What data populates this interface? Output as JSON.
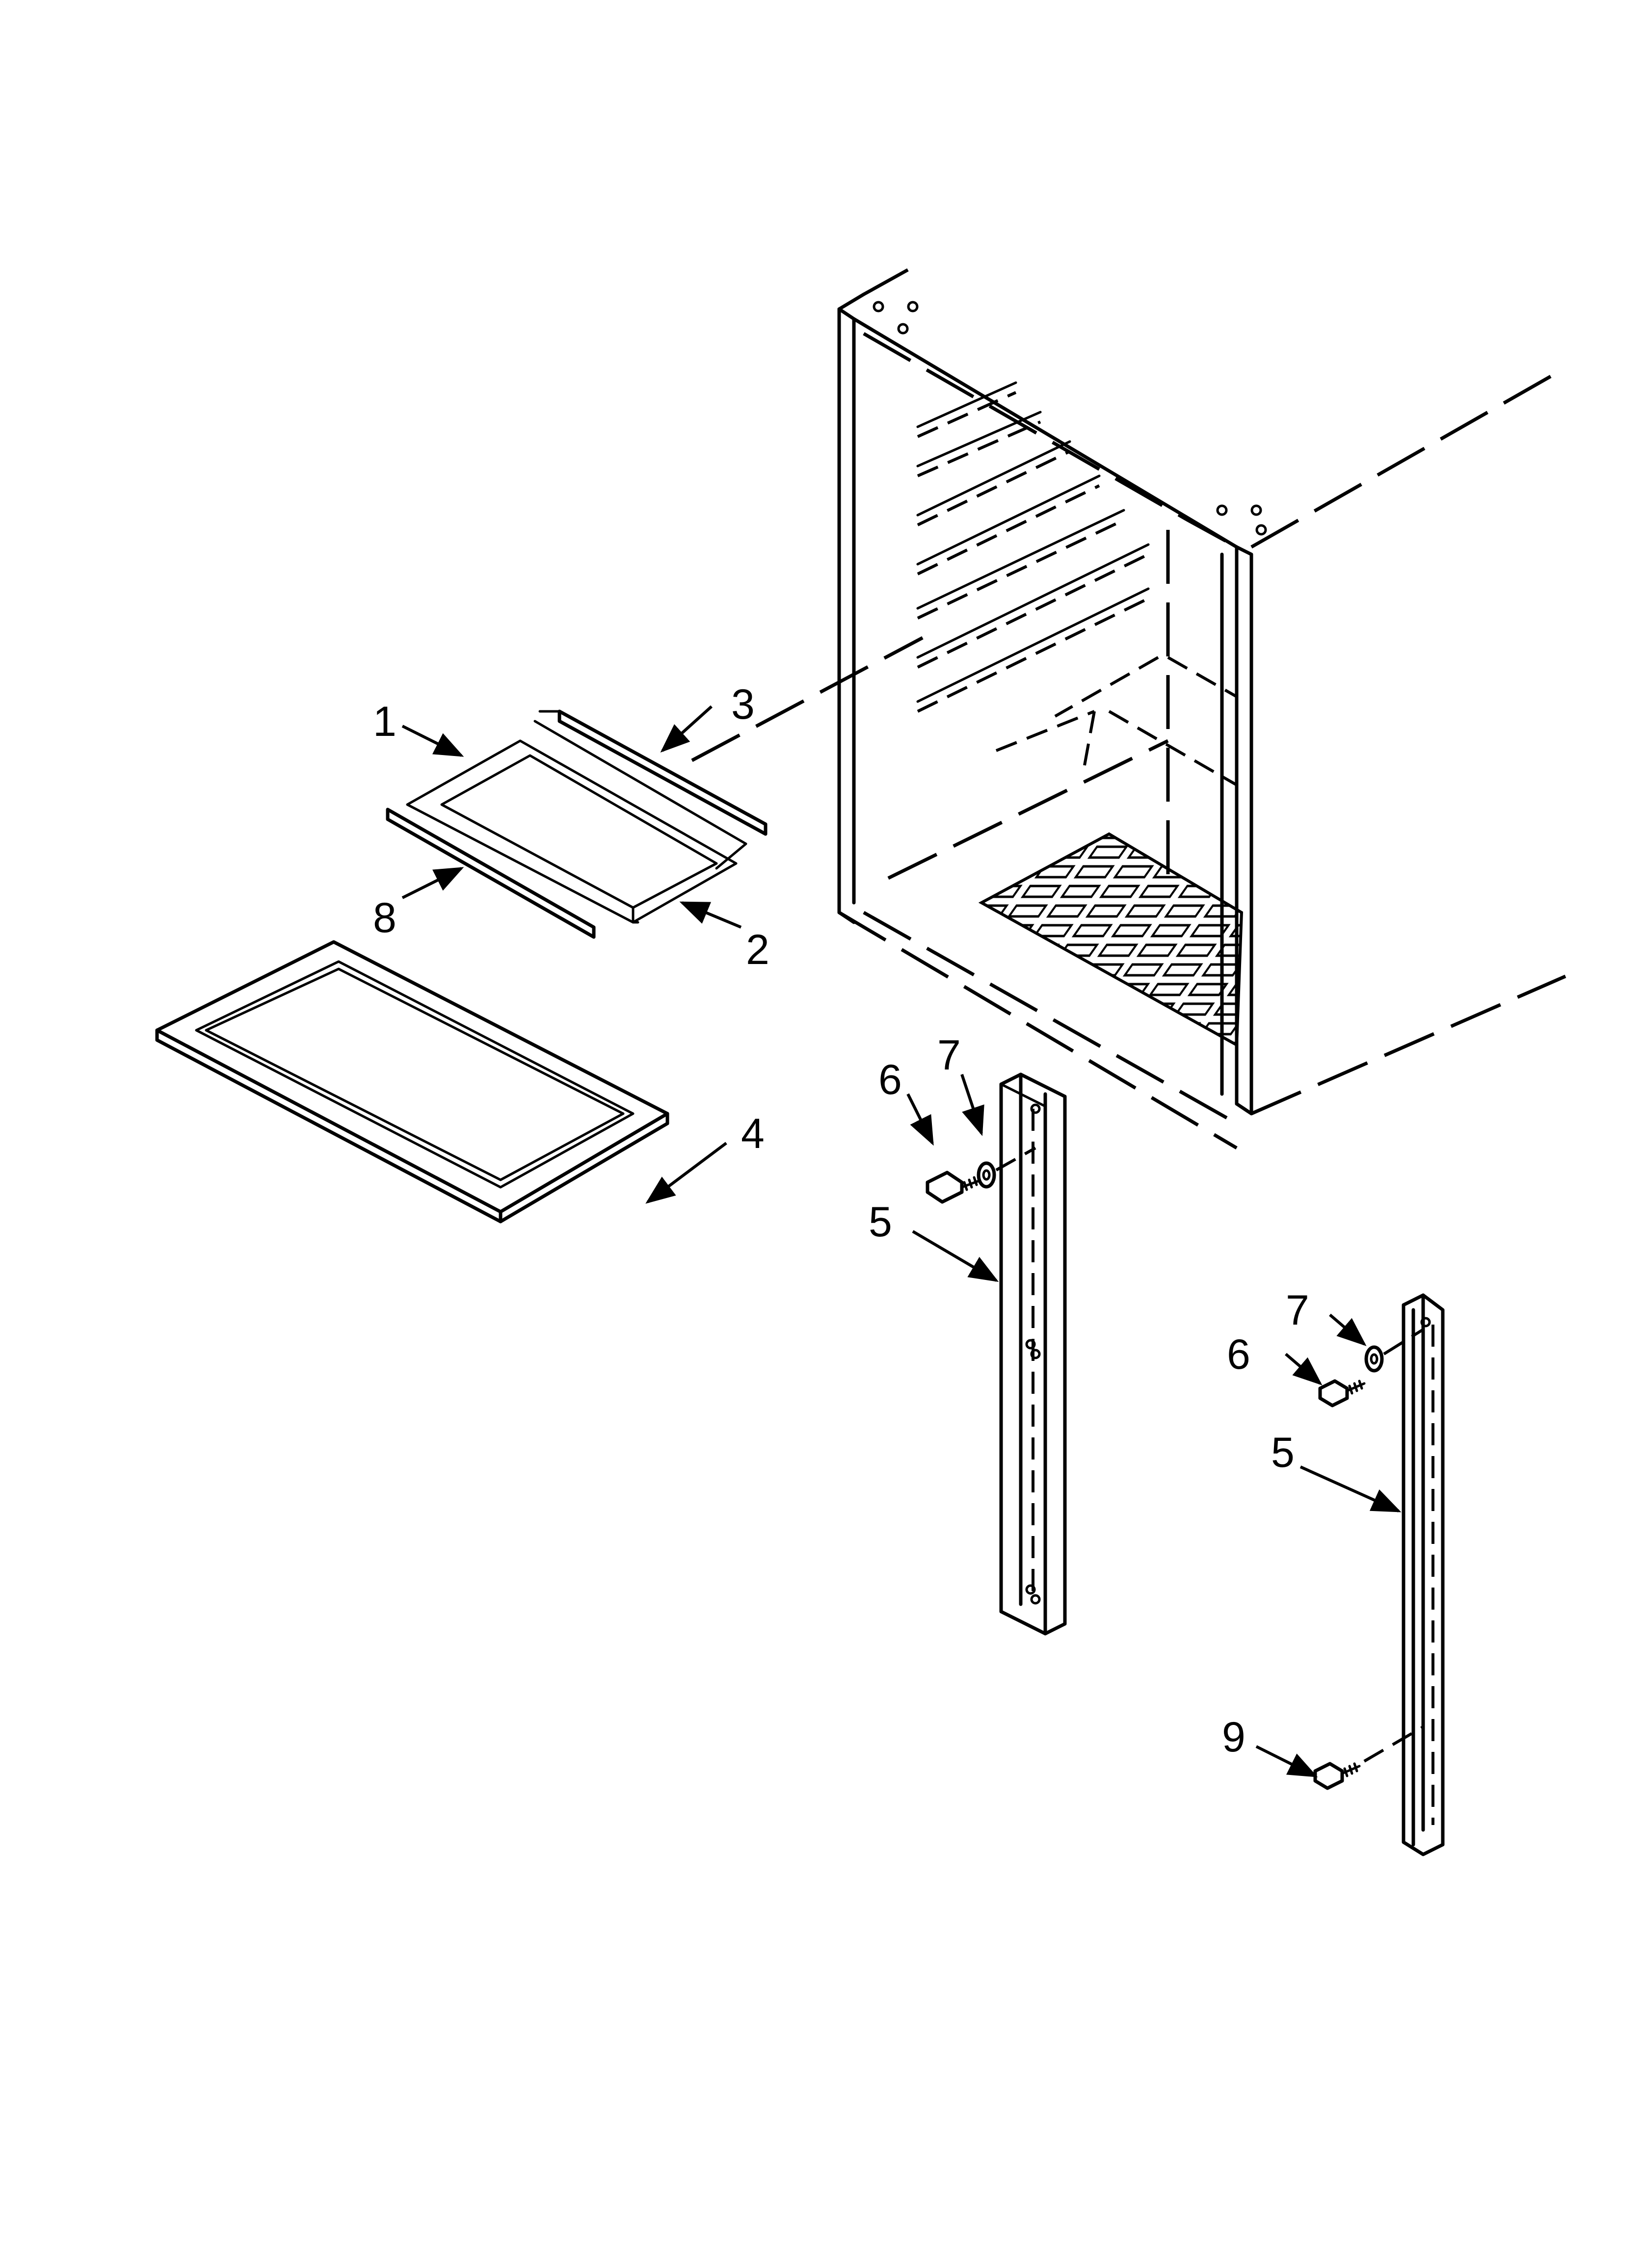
{
  "callouts": {
    "c1": "1",
    "c2": "2",
    "c3": "3",
    "c4": "4",
    "c5a": "5",
    "c5b": "5",
    "c6a": "6",
    "c6b": "6",
    "c7a": "7",
    "c7b": "7",
    "c8": "8",
    "c9": "9"
  }
}
